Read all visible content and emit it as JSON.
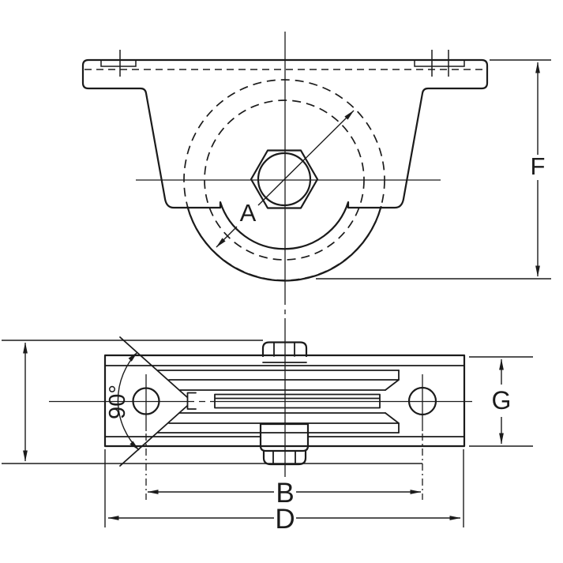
{
  "page": {
    "background": "#ffffff",
    "ink_color": "#1b1b1b",
    "description": "Two-view technical line drawing of a grooved door-roller bracket with dimension callouts"
  },
  "dimensions": {
    "wheel_diameter_label": "A",
    "overall_height_label": "F",
    "hole_spacing_label": "B",
    "overall_length_label": "D",
    "frame_width_label": "G",
    "groove_angle_label": "90°"
  }
}
